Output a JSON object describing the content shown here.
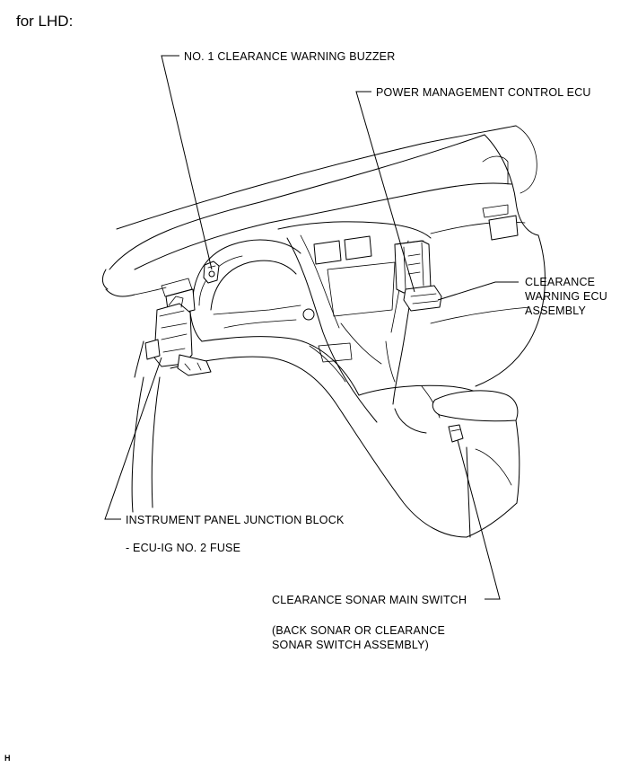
{
  "heading": "for LHD:",
  "labels": {
    "buzzer": "NO. 1 CLEARANCE WARNING BUZZER",
    "power_ecu": "POWER MANAGEMENT CONTROL ECU",
    "clearance_ecu": [
      "CLEARANCE",
      "WARNING ECU",
      "ASSEMBLY"
    ],
    "junction_block": "INSTRUMENT PANEL JUNCTION BLOCK",
    "fuse": "- ECU-IG NO. 2 FUSE",
    "sonar_switch": "CLEARANCE SONAR MAIN SWITCH",
    "sonar_note": [
      "(BACK SONAR OR CLEARANCE",
      "SONAR SWITCH ASSEMBLY)"
    ]
  },
  "figure_id": "H"
}
